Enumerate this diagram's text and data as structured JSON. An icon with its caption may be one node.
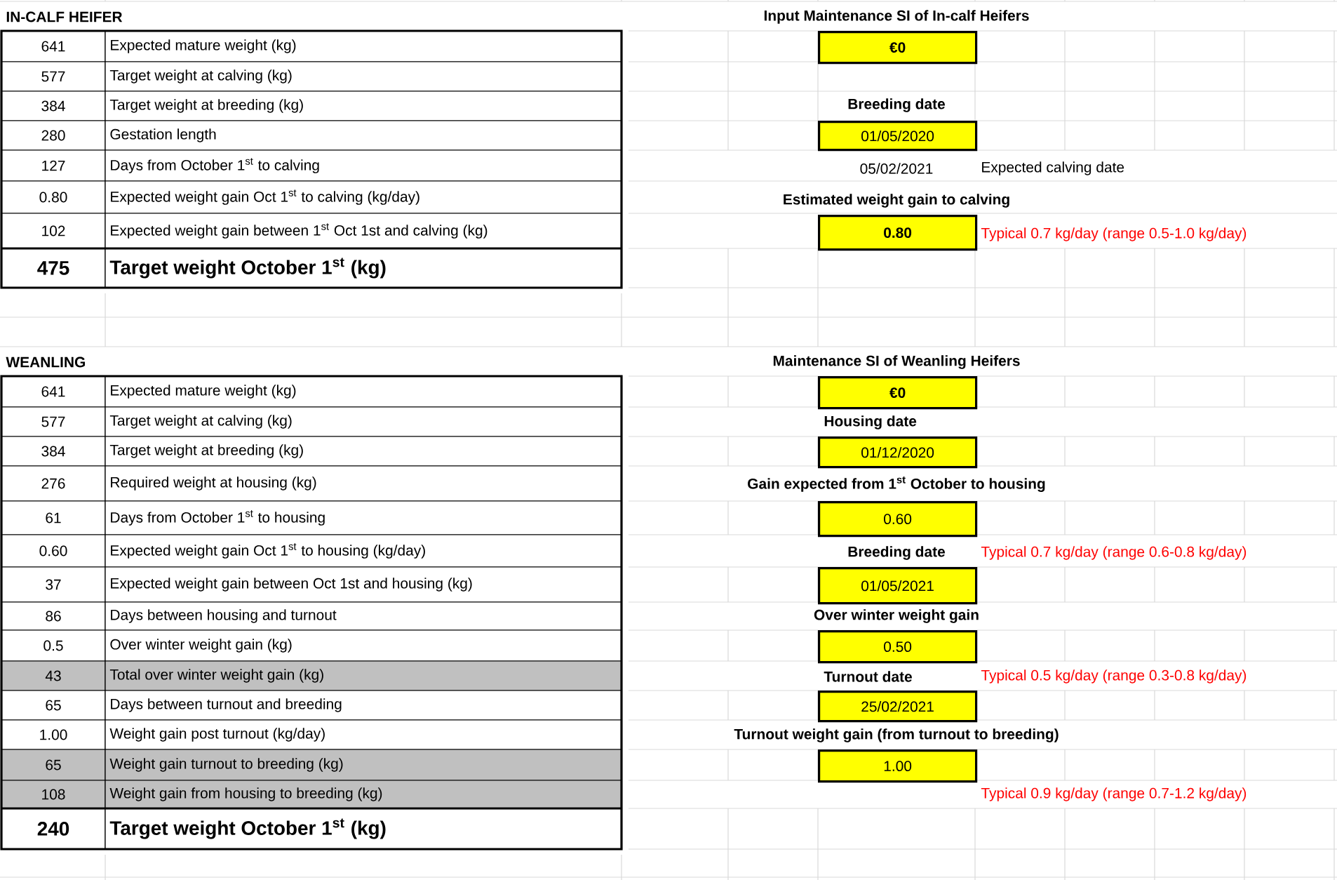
{
  "diagram": {
    "nodes": [
      {
        "text": [
          "Input Maintenance SI of In-calf Heifers",
          "€0"
        ]
      },
      {
        "text": [
          "Breeding date",
          "01/05/2020"
        ]
      },
      {
        "text": [
          "Estimated weight gain to calving",
          "0.80"
        ]
      },
      {
        "text": [
          "Maintenance SI of Weanling Heifers",
          "€0"
        ]
      },
      {
        "text": [
          "Housing date",
          "01/12/2020"
        ]
      },
      {
        "text": [
          "Gain expected from 1$^{st}$ October to housing",
          "0.60"
        ]
      },
      {
        "text": [
          "Breeding date",
          "01/05/2021"
        ]
      },
      {
        "text": [
          "Over winter weight gain",
          "0.50"
        ]
      },
      {
        "text": [
          "Turnout date",
          "25/02/2021"
        ]
      },
      {
        "text": [
          "Turnout weight gain (from turnout to breeding)",
          "1.00"
        ]
      }
    ],
    "labels": [
      "IN-CALF HEIFER",
      "641",
      "Expected mature weight (kg)",
      "577",
      "Target weight at calving (kg)",
      "384",
      "Target weight at breeding (kg)",
      "280",
      "Gestation length",
      "127",
      "Days from October 1$^{st}$ to calving",
      "0.80",
      "Expected weight gain Oct 1$^{st}$ to calving (kg/day)",
      "102",
      "Expected weight gain between 1$^{st}$ Oct 1st and calving (kg)",
      "475",
      "Target weight October 1$^{st}$ (kg)",
      "05/02/2021",
      "Expected calving date",
      "Typical 0.7 kg/day (range 0.5-1.0 kg/day)",
      "WEANLING",
      "641",
      "Expected mature weight (kg)",
      "577",
      "Target weight at calving (kg)",
      "384",
      "Target weight at breeding (kg)",
      "276",
      "Required weight at housing (kg)",
      "61",
      "Days from October 1$^{st}$ to housing",
      "0.60",
      "Expected weight gain Oct 1$^{st}$ to housing (kg/day)",
      "37",
      "Expected weight gain between Oct 1st and housing (kg)",
      "86",
      "Days between housing and turnout",
      "0.5",
      "Over winter weight gain (kg)",
      "43",
      "Total over winter weight gain (kg)",
      "65",
      "Days between turnout and breeding",
      "1.00",
      "Weight gain post turnout (kg/day)",
      "65",
      "Weight gain turnout to breeding (kg)",
      "108",
      "Weight gain from housing to breeding (kg)",
      "240",
      "Target weight October 1$^{st}$ (kg)",
      "Typical 0.7 kg/day (range 0.6-0.8 kg/day)",
      "Typical 0.5 kg/day (range 0.3-0.8 kg/day)",
      "Typical 0.9 kg/day (range 0.7-1.2 kg/day)"
    ]
  }
}
